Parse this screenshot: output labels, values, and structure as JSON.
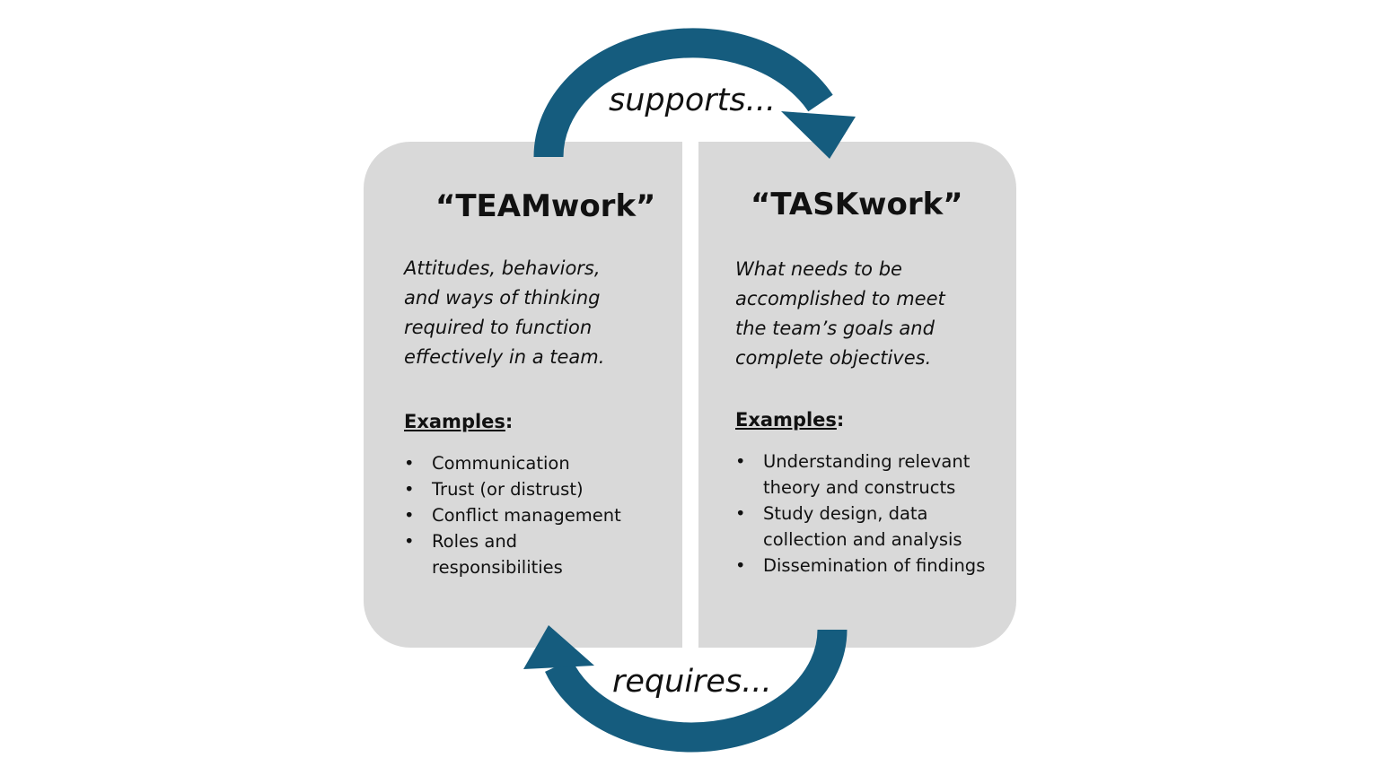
{
  "arrows": {
    "top_label": "supports...",
    "bottom_label": "requires...",
    "color": "#155c7e"
  },
  "teamwork": {
    "title": "“TEAMwork”",
    "description": "Attitudes, behaviors,\nand ways of thinking\nrequired to function\neffectively in a team.",
    "examples_label": "Examples",
    "examples_colon": ":",
    "examples": [
      "Communication",
      "Trust (or distrust)",
      "Conflict management",
      "Roles and responsibilities"
    ]
  },
  "taskwork": {
    "title": "“TASKwork”",
    "description": "What needs to be\naccomplished to meet\nthe team’s goals and\ncomplete objectives.",
    "examples_label": "Examples",
    "examples_colon": ":",
    "examples": [
      "Understanding relevant theory and constructs",
      "Study design, data collection and analysis",
      "Dissemination of findings"
    ]
  }
}
